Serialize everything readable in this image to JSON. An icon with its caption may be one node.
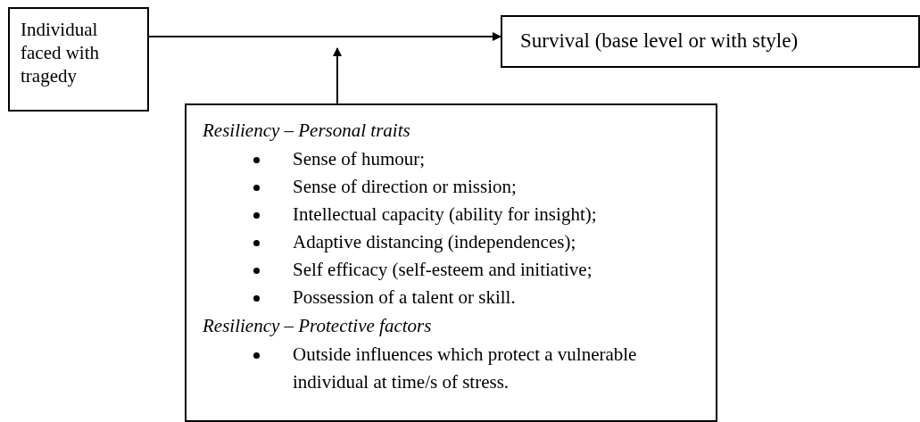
{
  "diagram": {
    "nodes": [
      {
        "text": [
          "Individual faced with tragedy"
        ]
      },
      {
        "text": [
          "Survival (base level or with style)"
        ]
      },
      {
        "text": [
          "Resiliency – Personal traits",
          "Sense of humour;",
          "Sense of direction or mission;",
          "Intellectual capacity (ability for insight);",
          "Adaptive distancing (independences);",
          "Self efficacy (self-esteem and initiative;",
          "Possession of a talent or skill.",
          "Resiliency – Protective factors",
          "Outside influences which protect a vulnerable individual at time/s of stress."
        ]
      }
    ],
    "edges": [
      {
        "from": 0,
        "to": 1,
        "arrow": "to"
      },
      {
        "from": 2,
        "to": null,
        "arrow": "to"
      }
    ]
  }
}
